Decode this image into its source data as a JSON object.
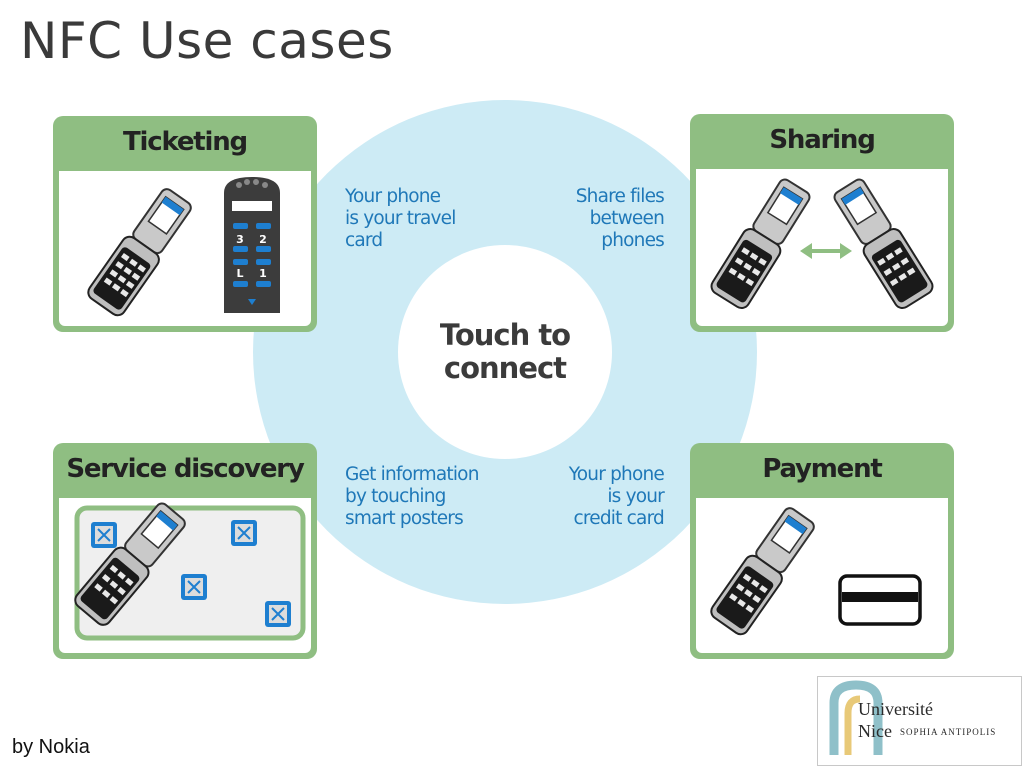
{
  "slide": {
    "title": "NFC Use cases",
    "byline": "by Nokia"
  },
  "center": {
    "line1": "Touch to",
    "line2": "connect"
  },
  "cards": {
    "ticketing": {
      "title": "Ticketing"
    },
    "sharing": {
      "title": "Sharing"
    },
    "service_discovery": {
      "title": "Service discovery"
    },
    "payment": {
      "title": "Payment"
    }
  },
  "descriptions": {
    "ticketing": [
      "Your phone",
      "is your travel",
      "card"
    ],
    "sharing": [
      "Share files",
      "between",
      "phones"
    ],
    "service_discovery": [
      "Get information",
      "by touching",
      "smart posters"
    ],
    "payment": [
      "Your phone",
      "is your",
      "credit card"
    ]
  },
  "reader": {
    "keys": [
      "3",
      "2",
      "L",
      "1"
    ]
  },
  "logo": {
    "line1": "Université",
    "line2": "Nice",
    "line3": "SOPHIA ANTIPOLIS"
  },
  "colors": {
    "ring": "#cdebf5",
    "card_green": "#8fbe82",
    "description_blue": "#1f78b8",
    "heading_dark": "#222222",
    "reader_dark": "#3c3c3c",
    "key_blue": "#1e7fd0"
  }
}
